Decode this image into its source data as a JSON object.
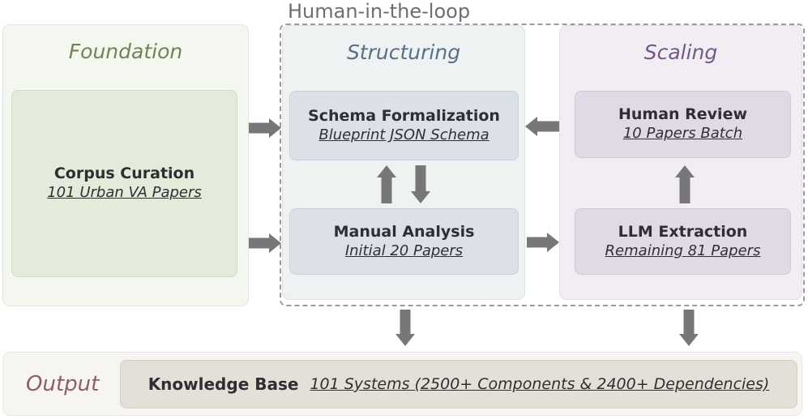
{
  "diagram": {
    "hitl_label": "Human-in-the-loop",
    "stages": {
      "foundation": {
        "title": "Foundation",
        "title_color": "#6f8455",
        "panel_color": "#f4f7ef",
        "steps": [
          {
            "name": "corpus-curation",
            "title": "Corpus Curation",
            "subtitle": "101 Urban VA Papers"
          }
        ]
      },
      "structuring": {
        "title": "Structuring",
        "title_color": "#5a6f86",
        "panel_color": "#eef2f3",
        "steps": [
          {
            "name": "schema-formalization",
            "title": "Schema Formalization",
            "subtitle": "Blueprint JSON Schema"
          },
          {
            "name": "manual-analysis",
            "title": "Manual Analysis",
            "subtitle": "Initial 20 Papers"
          }
        ]
      },
      "scaling": {
        "title": "Scaling",
        "title_color": "#73598a",
        "panel_color": "#f1edf3",
        "steps": [
          {
            "name": "human-review",
            "title": "Human Review",
            "subtitle": "10 Papers Batch"
          },
          {
            "name": "llm-extraction",
            "title": "LLM Extraction",
            "subtitle": "Remaining 81 Papers"
          }
        ]
      }
    },
    "output": {
      "label": "Output",
      "label_color": "#8d5f64",
      "panel_color": "#f7f5f2",
      "knowledge_base": {
        "title": "Knowledge Base",
        "subtitle": "101 Systems (2500+ Components & 2400+ Dependencies)"
      }
    },
    "arrows": [
      {
        "name": "arrow-corpus-to-schema",
        "icon": "arrow-right-icon",
        "direction": "right"
      },
      {
        "name": "arrow-corpus-to-manual",
        "icon": "arrow-right-icon",
        "direction": "right"
      },
      {
        "name": "arrow-review-to-schema",
        "icon": "arrow-left-icon",
        "direction": "left"
      },
      {
        "name": "arrow-manual-to-llm",
        "icon": "arrow-right-icon",
        "direction": "right"
      },
      {
        "name": "arrow-manual-to-schema",
        "icon": "arrow-up-icon",
        "direction": "up"
      },
      {
        "name": "arrow-schema-to-manual",
        "icon": "arrow-down-icon",
        "direction": "down"
      },
      {
        "name": "arrow-llm-to-review",
        "icon": "arrow-up-icon",
        "direction": "up"
      },
      {
        "name": "arrow-structuring-to-output",
        "icon": "arrow-down-icon",
        "direction": "down"
      },
      {
        "name": "arrow-scaling-to-output",
        "icon": "arrow-down-icon",
        "direction": "down"
      }
    ],
    "arrow_color": "#77777a",
    "dashed_border_color": "#9a9aa2"
  }
}
